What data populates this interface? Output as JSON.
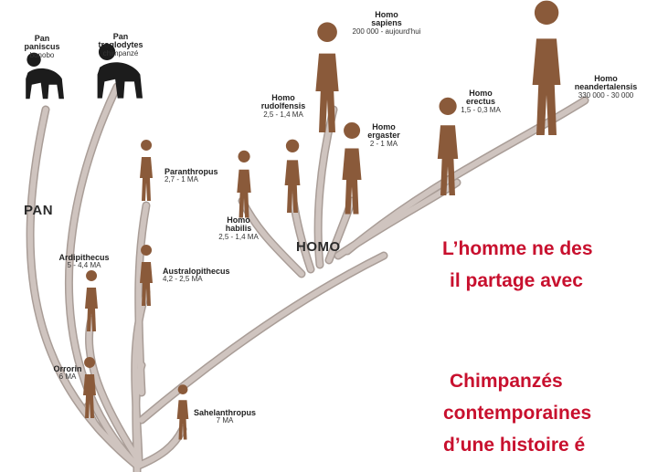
{
  "colors": {
    "branch": "#cfc4bf",
    "branch_edge": "#a99d97",
    "chimp": "#1c1c1c",
    "hominid": "#8a5a3a",
    "accent_text": "#c8102e"
  },
  "groups": {
    "pan": "PAN",
    "homo": "HOMO"
  },
  "species": {
    "pan_paniscus": {
      "name": "Pan\npaniscus",
      "desc": "bonobo"
    },
    "pan_troglodytes": {
      "name": "Pan\ntroglodytes",
      "desc": "chimpanzé"
    },
    "homo_sapiens": {
      "name": "Homo\nsapiens",
      "desc": "200 000 - aujourd'hui"
    },
    "homo_rudolfensis": {
      "name": "Homo\nrudolfensis",
      "desc": "2,5 - 1,4 MA"
    },
    "homo_ergaster": {
      "name": "Homo\nergaster",
      "desc": "2 - 1 MA"
    },
    "homo_erectus": {
      "name": "Homo\nerectus",
      "desc": "1,5 - 0,3 MA"
    },
    "homo_neandertalensis": {
      "name": "Homo\nneandertalensis",
      "desc": "330 000 - 30 000"
    },
    "paranthropus": {
      "name": "Paranthropus",
      "desc": "2,7 - 1 MA"
    },
    "homo_habilis": {
      "name": "Homo\nhabilis",
      "desc": "2,5 - 1,4 MA"
    },
    "ardipithecus": {
      "name": "Ardipithecus",
      "desc": "5 - 4,4 MA"
    },
    "australopithecus": {
      "name": "Australopithecus",
      "desc": "4,2 - 2,5 MA"
    },
    "orrorin": {
      "name": "Orrorin",
      "desc": "6 MA"
    },
    "sahelanthropus": {
      "name": "Sahelanthropus",
      "desc": "7 MA"
    }
  },
  "caption": {
    "line1": "L’homme ne des",
    "line2": "il partage avec",
    "line3": "Chimpanzés",
    "line4": "contemporaines",
    "line5": "d’une histoire é"
  },
  "icons": {
    "chimp": "chimpanzee-figure-icon",
    "hominid": "hominid-figure-icon"
  }
}
